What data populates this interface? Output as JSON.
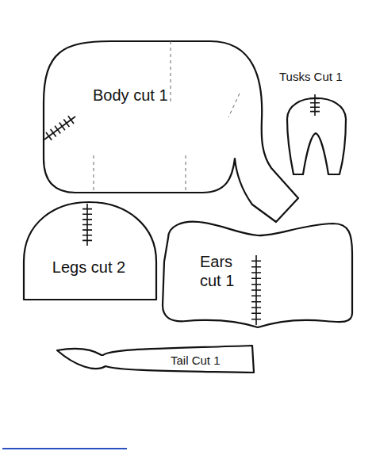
{
  "diagram": {
    "nodes": [
      {
        "text": [
          "Body cut 1"
        ]
      },
      {
        "text": [
          "Tusks Cut 1"
        ]
      },
      {
        "text": [
          "Legs cut 2"
        ]
      },
      {
        "text": [
          "Ears cut 1"
        ]
      },
      {
        "text": [
          "Tail Cut 1"
        ]
      }
    ]
  }
}
